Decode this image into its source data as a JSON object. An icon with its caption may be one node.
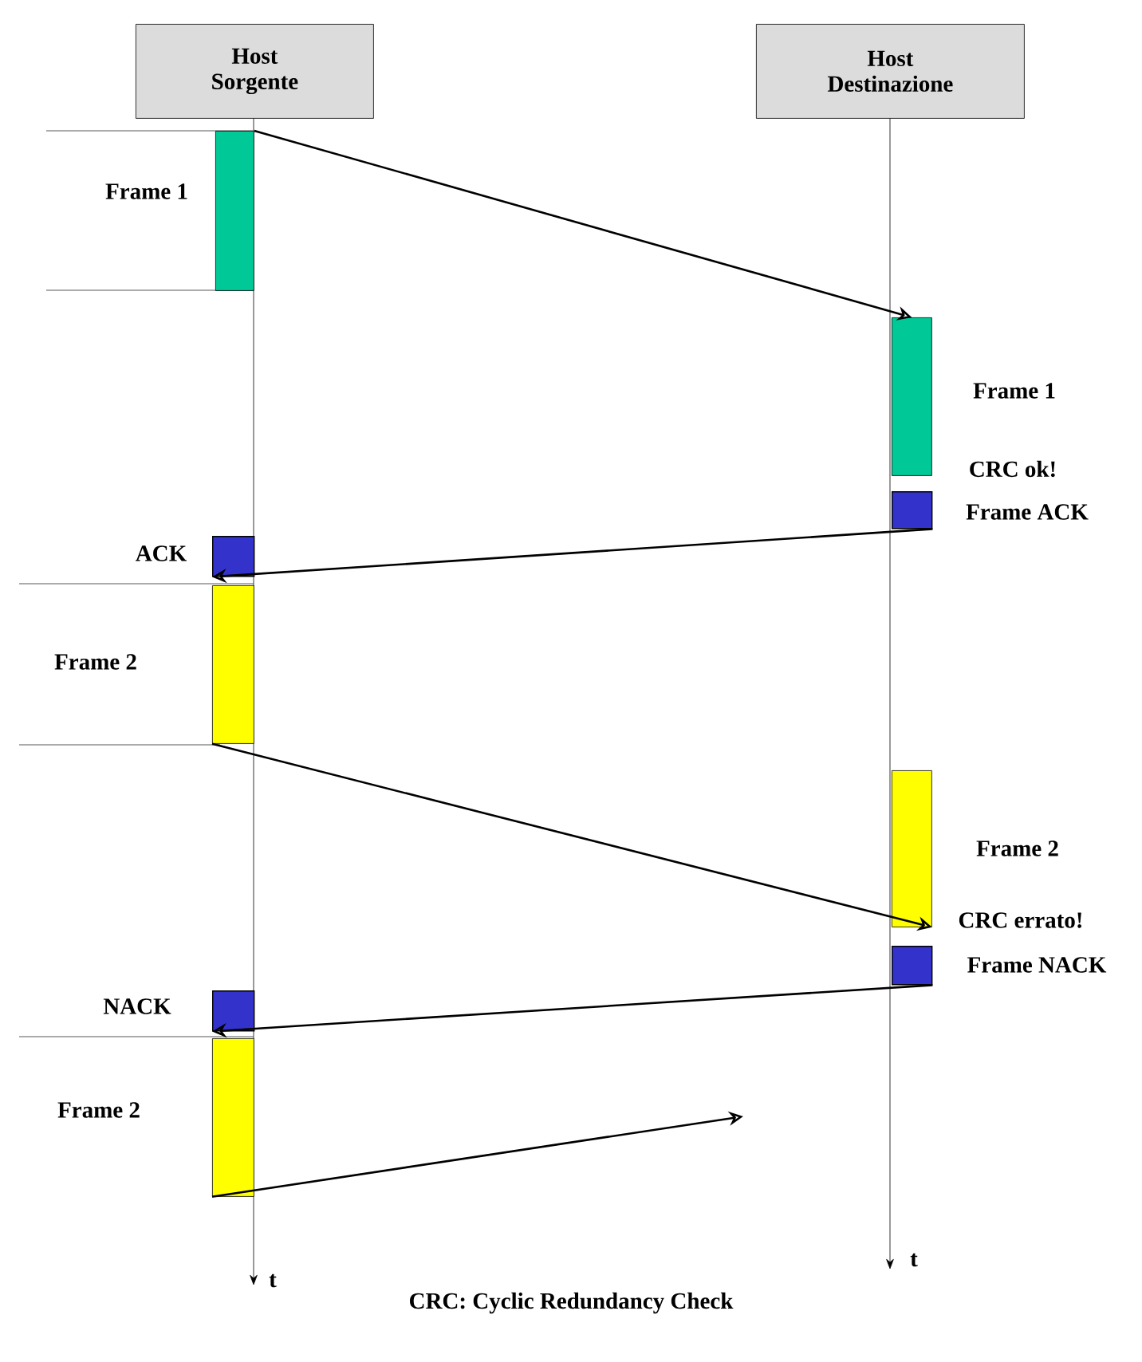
{
  "diagram": {
    "caption": "CRC: Cyclic Redundancy Check",
    "nodes": [
      {
        "text": [
          "Host Sorgente"
        ]
      },
      {
        "text": [
          "Host Destinazione"
        ]
      },
      {
        "text": [],
        "shape": "bar",
        "beside": [
          "Frame 1"
        ]
      },
      {
        "text": [],
        "shape": "bar",
        "beside": [
          "Frame 1",
          "CRC ok!"
        ]
      },
      {
        "text": [],
        "shape": "box",
        "beside": [
          "Frame ACK"
        ]
      },
      {
        "text": [],
        "shape": "box",
        "beside": [
          "ACK"
        ]
      },
      {
        "text": [],
        "shape": "bar",
        "beside": [
          "Frame 2"
        ]
      },
      {
        "text": [],
        "shape": "bar",
        "beside": [
          "Frame 2",
          "CRC errato!"
        ]
      },
      {
        "text": [],
        "shape": "box",
        "beside": [
          "Frame NACK"
        ]
      },
      {
        "text": [],
        "shape": "box",
        "beside": [
          "NACK"
        ]
      },
      {
        "text": [],
        "shape": "bar",
        "beside": [
          "Frame 2"
        ]
      }
    ],
    "edges": [
      {
        "from": 2,
        "to": 3,
        "arrow": "to"
      },
      {
        "from": 4,
        "to": 5,
        "arrow": "to"
      },
      {
        "from": 6,
        "to": 7,
        "arrow": "to"
      },
      {
        "from": 8,
        "to": 9,
        "arrow": "to"
      },
      {
        "from": 10,
        "to": null,
        "arrow": "to"
      }
    ],
    "labels": [
      "t",
      "t"
    ]
  }
}
